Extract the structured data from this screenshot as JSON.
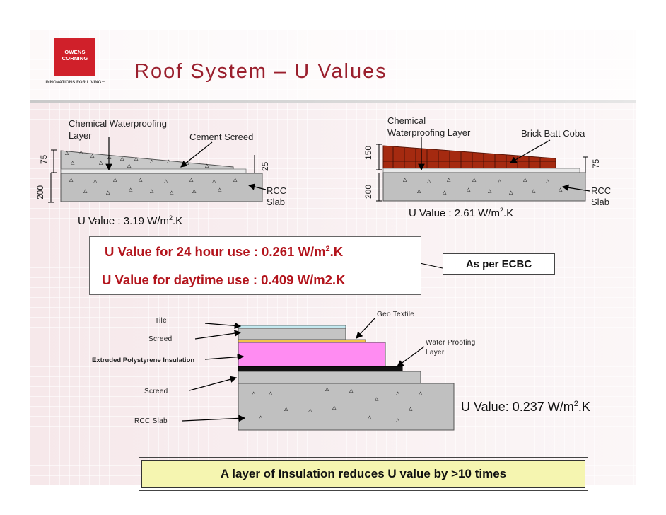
{
  "slide": {
    "title": "Roof System – U Values",
    "logo": {
      "brand_line1": "OWENS",
      "brand_line2": "CORNING",
      "tagline": "INNOVATIONS FOR LIVING™"
    },
    "left_diagram": {
      "label_waterproofing_1": "Chemical Waterproofing",
      "label_waterproofing_2": "Layer",
      "label_screed": "Cement Screed",
      "dim_top": "75",
      "dim_bottom": "200",
      "dim_right": "25",
      "label_rcc_1": "RCC",
      "label_rcc_2": "Slab",
      "u_value_prefix": "U Value : 3.19 W/m",
      "u_value_sup": "2",
      "u_value_suffix": ".K"
    },
    "right_diagram": {
      "label_waterproofing_1": "Chemical",
      "label_waterproofing_2": "Waterproofing Layer",
      "label_coba": "Brick Batt Coba",
      "dim_top": "150",
      "dim_bottom": "200",
      "dim_right": "75",
      "label_rcc_1": "RCC",
      "label_rcc_2": "Slab",
      "u_value_prefix": "U Value : 2.61 W/m",
      "u_value_sup": "2",
      "u_value_suffix": ".K"
    },
    "ecbc_box": {
      "line1_prefix": "U Value for 24 hour use : 0.261 W/m",
      "line1_sup": "2",
      "line1_suffix": ".K",
      "line2": "U Value for daytime use : 0.409 W/m2.K",
      "callout": "As per ECBC"
    },
    "bottom_diagram": {
      "label_tile": "Tile",
      "label_screed_top": "Screed",
      "label_xps": "Extruded Polystyrene Insulation",
      "label_screed_bottom": "Screed",
      "label_rcc": "RCC Slab",
      "label_geotextile": "Geo Textile",
      "label_waterproofing_1": "Water Proofing",
      "label_waterproofing_2": "Layer",
      "u_value_prefix": "U Value: 0.237 W/m",
      "u_value_sup": "2",
      "u_value_suffix": ".K"
    },
    "conclusion": "A layer of Insulation reduces U value by >10 times",
    "colors": {
      "title": "#9a1f2d",
      "highlight": "#b3141c",
      "logo": "#d0202a",
      "xps": "#ff8cf2",
      "coba": "#a52a10",
      "conclusion_bg": "#f5f5b0"
    }
  }
}
